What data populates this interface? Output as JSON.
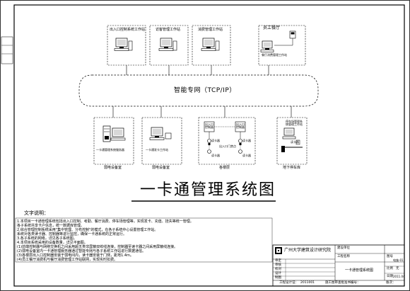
{
  "top_nodes": [
    {
      "label": "出入口控制系统工作站"
    },
    {
      "label": "访客管理工作站"
    },
    {
      "label": "消费管理工作站"
    },
    {
      "label": "员工餐厅",
      "sub": "餐厅消费管理工作站"
    }
  ],
  "network": {
    "label": "智能专网（TCP/IP）"
  },
  "bottom_nodes": [
    {
      "label": "弱电设备室",
      "sub": "一卡通管理系统服务器"
    },
    {
      "label": "弱电设备室",
      "sub": "一卡通发卡工作站"
    },
    {
      "label": "各楼层",
      "controllers": [
        "出入口控制器",
        "出入口控制器"
      ],
      "readers": [
        "读卡器",
        "读卡器",
        "读卡器",
        "读卡器"
      ],
      "sub": "出入口门禁点"
    },
    {
      "label": "地下停车库",
      "sub": "停车场管理系统管理工作站",
      "reader": "读卡器"
    }
  ],
  "title": "一卡通管理系统图",
  "notes": {
    "heading": "文字说明：",
    "lines": [
      "1.本项目一卡通管理系统包括出入口控制、考勤、餐厅消费、停车场管理等，实现发卡、充值、挂失等统一管理。",
      "   各子系统共享卡户信息，统一数据库管理。",
      "2.综合管理控制系统采用\"集中管理、分布控制\"的模式，在各子系统中心设置管理工作站。",
      "   系统对各类读卡器、控制器等进行监控，确保一卡通系统的正常运行。",
      "3.各子系统的网络，详见各子系统图。",
      "4.本项目系统采用的设备数量，详见平面图。",
      "(1)前端控制器与网络交换机之间采用超五类非屏蔽双绞线连接，控制器至读卡器之间采用屏蔽线连接。",
      "(2)弱电设备室内一卡通管理服务器通过智能专网与各子系统工作站进行数据通信。",
      "(3)各楼层出入口控制器安装于弱电间内，读卡器安装于门侧，距地1.4m。",
      "(4)员工餐厅消费机与餐厅消费管理工作站联网，实现实时扣费。"
    ]
  },
  "title_block": {
    "firm": "广州大学建筑设计研究院",
    "project_label": "建设单位",
    "project_value": "",
    "work_label": "工程名称",
    "work_value": "",
    "drawing_name": "一卡通管理系统图",
    "roles": [
      "审定",
      "审核",
      "校对",
      "设计",
      "制图"
    ],
    "fields": [
      {
        "label": "图号",
        "value": "电施-01"
      },
      {
        "label": "比例",
        "value": "无"
      },
      {
        "label": "日期",
        "value": "2011.04"
      }
    ],
    "cert_label": "工程设计证：",
    "cert_value": "2011001",
    "review_label": "施工图审查批准书编号：",
    "review_value": "",
    "sign_label": "版次："
  }
}
